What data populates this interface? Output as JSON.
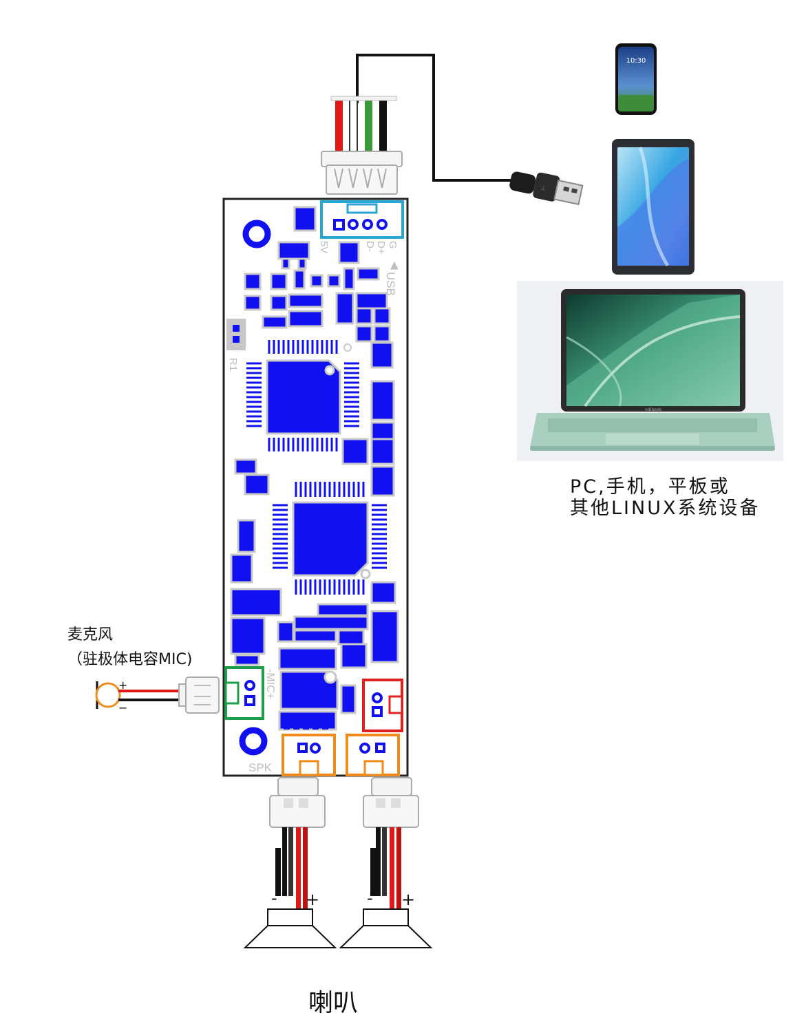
{
  "labels": {
    "host_line1": "PC,手机，平板或",
    "host_line2": "其他LINUX系统设备",
    "mic_line1": "麦克风",
    "mic_line2": "（驻极体电容MIC)",
    "speaker": "喇叭",
    "mic_plus": "+",
    "mic_minus": "−",
    "spk_minus": "-",
    "spk_plus": "+"
  },
  "silkscreen": {
    "usb": "USB",
    "g": "G",
    "dplus": "D+",
    "dminus": "D-",
    "v5": "5V",
    "r1": "R1",
    "mic": "-MIC+",
    "spk": "SPK"
  },
  "phone": {
    "time": "10:30"
  },
  "laptop": {
    "brand": "ndibook"
  },
  "colors": {
    "pad_blue": "#1010f0",
    "pad_gray": "#c8c8c8",
    "usb_connector": "#2aa6d6",
    "mic_connector": "#1e9e4a",
    "power_connector": "#e02020",
    "speaker_connector": "#ef8a1c",
    "wire_red": "#e01818",
    "wire_green": "#3a9a3a",
    "wire_black": "#111111"
  }
}
